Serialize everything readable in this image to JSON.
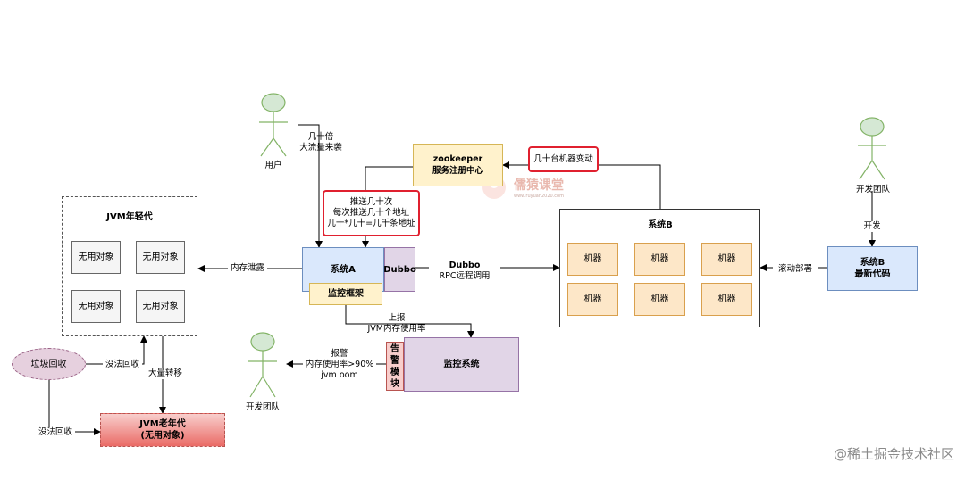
{
  "actors": {
    "user": "用户",
    "dev_team_right": "开发团队",
    "dev_team_bottom": "开发团队"
  },
  "labels": {
    "traffic": [
      "几十倍",
      "大流量来袭"
    ],
    "push_info": [
      "推送几十次",
      "每次推送几十个地址",
      "几十*几十=几千条地址"
    ],
    "machine_change": "几十台机器变动",
    "dubbo_rpc": [
      "Dubbo",
      "RPC远程调用"
    ],
    "memory_leak": "内存泄露",
    "report": [
      "上报",
      "JVM内存使用率"
    ],
    "alarm": [
      "报警",
      "内存使用率>90%",
      "jvm oom"
    ],
    "rolling_deploy": "滚动部署",
    "develop": "开发",
    "no_recycle_1": "没法回收",
    "no_recycle_2": "没法回收",
    "mass_transfer": "大量转移"
  },
  "boxes": {
    "zookeeper": [
      "zookeeper",
      "服务注册中心"
    ],
    "system_a": "系统A",
    "dubbo": "Dubbo",
    "monitor_framework": "监控框架",
    "monitor_system": "监控系统",
    "alarm_module": [
      "告",
      "警",
      "模",
      "块"
    ],
    "system_b": "系统B",
    "system_b_latest": [
      "系统B",
      "最新代码"
    ],
    "machines": [
      "机器",
      "机器",
      "机器",
      "机器",
      "机器",
      "机器"
    ],
    "jvm_young": "JVM年轻代",
    "useless_objects": [
      "无用对象",
      "无用对象",
      "无用对象",
      "无用对象"
    ],
    "gc": "垃圾回收",
    "jvm_old": [
      "JVM老年代",
      "(无用对象)"
    ]
  },
  "watermarks": {
    "center_cn": "儒猿课堂",
    "center_url": "www.ruyuan2020.com",
    "corner": "@稀土掘金技术社区"
  },
  "colors": {
    "highlight_red": "#e0202f",
    "zookeeper_fill": "#fff2cc",
    "blue_fill": "#dae8fc",
    "purple_fill": "#e1d5e7",
    "machine_fill": "#fde7c8",
    "actor_green": "#d5e8d4",
    "gc_fill": "#e6d0de",
    "old_gen_fill": "#f8cecc"
  }
}
